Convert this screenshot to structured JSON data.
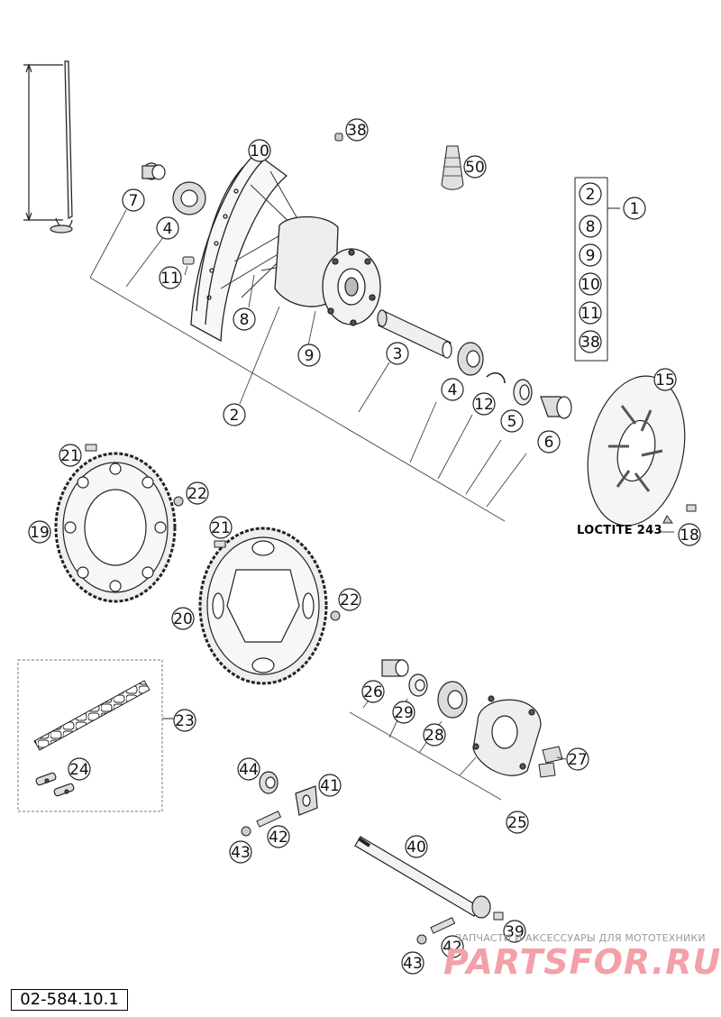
{
  "diagram": {
    "drawing_code": "02-584.10.1",
    "loctite_note": "LOCTITE 243",
    "callouts": [
      {
        "id": "c38a",
        "label": "38"
      },
      {
        "id": "c10",
        "label": "10"
      },
      {
        "id": "c50",
        "label": "50"
      },
      {
        "id": "c7",
        "label": "7"
      },
      {
        "id": "c4a",
        "label": "4"
      },
      {
        "id": "c11",
        "label": "11"
      },
      {
        "id": "c8",
        "label": "8"
      },
      {
        "id": "c9",
        "label": "9"
      },
      {
        "id": "c3",
        "label": "3"
      },
      {
        "id": "c2",
        "label": "2"
      },
      {
        "id": "c4b",
        "label": "4"
      },
      {
        "id": "c12",
        "label": "12"
      },
      {
        "id": "c5",
        "label": "5"
      },
      {
        "id": "c6",
        "label": "6"
      },
      {
        "id": "c15",
        "label": "15"
      },
      {
        "id": "c18",
        "label": "18"
      },
      {
        "id": "c21a",
        "label": "21"
      },
      {
        "id": "c22a",
        "label": "22"
      },
      {
        "id": "c19",
        "label": "19"
      },
      {
        "id": "c21b",
        "label": "21"
      },
      {
        "id": "c20",
        "label": "20"
      },
      {
        "id": "c22b",
        "label": "22"
      },
      {
        "id": "c23",
        "label": "23"
      },
      {
        "id": "c24",
        "label": "24"
      },
      {
        "id": "c26",
        "label": "26"
      },
      {
        "id": "c29",
        "label": "29"
      },
      {
        "id": "c28",
        "label": "28"
      },
      {
        "id": "c27",
        "label": "27"
      },
      {
        "id": "c25",
        "label": "25"
      },
      {
        "id": "c44",
        "label": "44"
      },
      {
        "id": "c41",
        "label": "41"
      },
      {
        "id": "c42a",
        "label": "42"
      },
      {
        "id": "c43a",
        "label": "43"
      },
      {
        "id": "c40",
        "label": "40"
      },
      {
        "id": "c39",
        "label": "39"
      },
      {
        "id": "c42b",
        "label": "42"
      },
      {
        "id": "c43b",
        "label": "43"
      }
    ],
    "kit_group": {
      "label": "1",
      "items": [
        "2",
        "8",
        "9",
        "10",
        "11",
        "38"
      ]
    }
  },
  "watermark": {
    "tagline": "ЗАПЧАСТИ И АКСЕССУАРЫ ДЛЯ МОТОТЕХНИКИ",
    "logo": "PARTSFOR.RU",
    "color": "#f3a0a8"
  }
}
